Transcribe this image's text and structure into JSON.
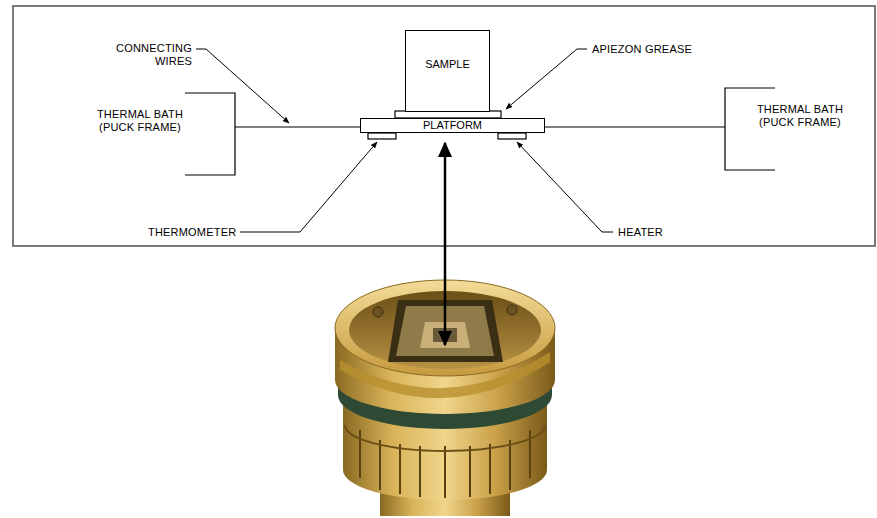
{
  "diagram": {
    "nodes": [
      {
        "text": [
          "SAMPLE"
        ]
      },
      {
        "text": [
          "PLATFORM"
        ]
      }
    ],
    "labels": [
      "CONNECTING WIRES",
      "APIEZON GREASE",
      "THERMAL BATH (PUCK FRAME)",
      "THERMAL BATH (PUCK FRAME)",
      "THERMOMETER",
      "HEATER"
    ]
  }
}
